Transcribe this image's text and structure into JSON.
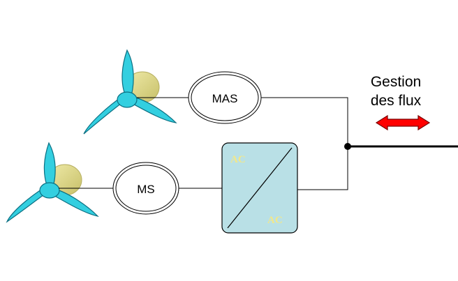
{
  "machines": {
    "mas_label": "MAS",
    "ms_label": "MS"
  },
  "converter": {
    "input_label": "AC",
    "output_label": "AC",
    "fill_color": "#b9e0e6",
    "label_color": "#f2e88a"
  },
  "flux": {
    "line1": "Gestion",
    "line2": "des flux",
    "arrow_color": "#ff0000"
  },
  "turbine": {
    "blade_color": "#33cfe0",
    "nacelle_color": "#d8d27a"
  }
}
